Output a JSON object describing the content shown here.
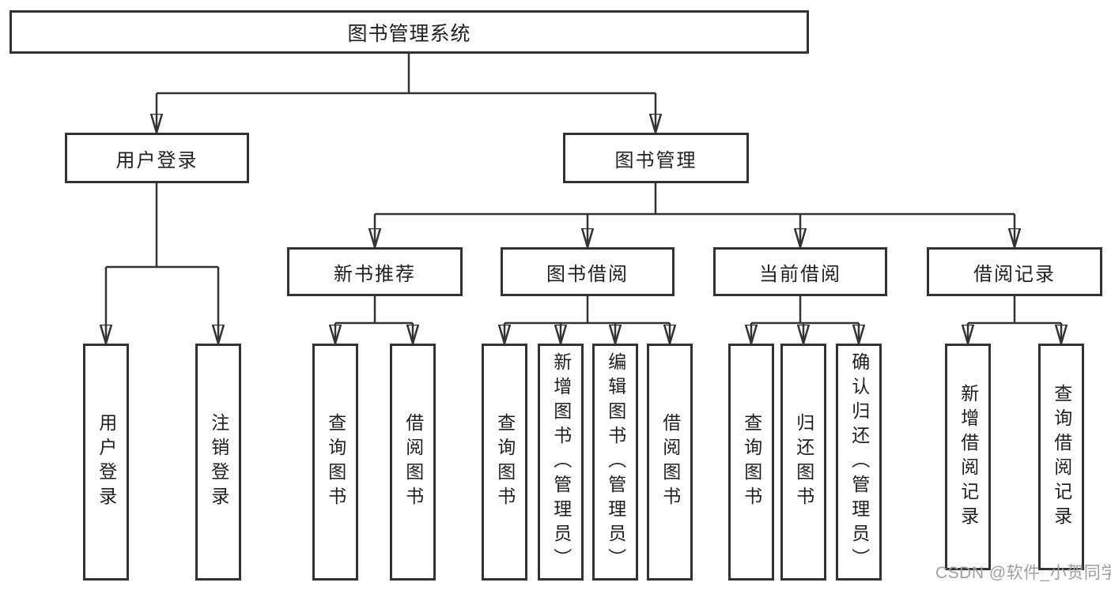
{
  "diagram": {
    "tree": {
      "label": "图书管理系统",
      "children": [
        {
          "label": "用户登录",
          "children": [
            {
              "label": "用户登录"
            },
            {
              "label": "注销登录"
            }
          ]
        },
        {
          "label": "图书管理",
          "children": [
            {
              "label": "新书推荐",
              "children": [
                {
                  "label": "查询图书"
                },
                {
                  "label": "借阅图书"
                }
              ]
            },
            {
              "label": "图书借阅",
              "children": [
                {
                  "label": "查询图书"
                },
                {
                  "label": "新增图书（管理员）"
                },
                {
                  "label": "编辑图书（管理员）"
                },
                {
                  "label": "借阅图书"
                }
              ]
            },
            {
              "label": "当前借阅",
              "children": [
                {
                  "label": "查询图书"
                },
                {
                  "label": "归还图书"
                },
                {
                  "label": "确认归还（管理员）"
                }
              ]
            },
            {
              "label": "借阅记录",
              "children": [
                {
                  "label": "新增借阅记录"
                },
                {
                  "label": "查询借阅记录"
                }
              ]
            }
          ]
        }
      ]
    },
    "colors": {
      "line": "#333333",
      "text": "#1f1f1f",
      "background": "#ffffff",
      "watermark_gray": "#9f9f9f"
    }
  },
  "watermark": {
    "text": "CSDN @软件_小贺同学"
  }
}
